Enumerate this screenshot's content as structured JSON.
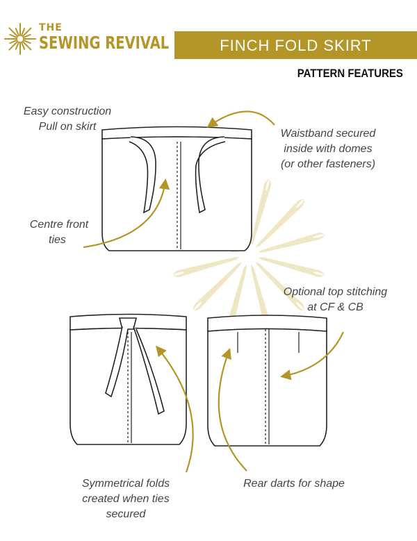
{
  "logo": {
    "line1": "THE",
    "line2": "SEWING REVIVAL"
  },
  "title": "FINCH FOLD SKIRT",
  "subtitle": "PATTERN FEATURES",
  "annotations": {
    "easy_construction": [
      "Easy construction",
      "Pull on skirt"
    ],
    "waistband": [
      "Waistband secured",
      "inside with domes",
      "(or other fasteners)"
    ],
    "centre_front": [
      "Centre front",
      "ties"
    ],
    "top_stitching": [
      "Optional top stitching",
      "at CF & CB"
    ],
    "symmetrical_folds": [
      "Symmetrical folds",
      "created when ties",
      "secured"
    ],
    "rear_darts": [
      "Rear darts for shape"
    ]
  },
  "colors": {
    "brand_gold": "#b49528",
    "watermark": "#efe6c4",
    "line": "#222222",
    "text": "#444444"
  },
  "icons": {
    "logo": "sunburst-needle-icon",
    "watermark": "needle-burst-watermark"
  }
}
